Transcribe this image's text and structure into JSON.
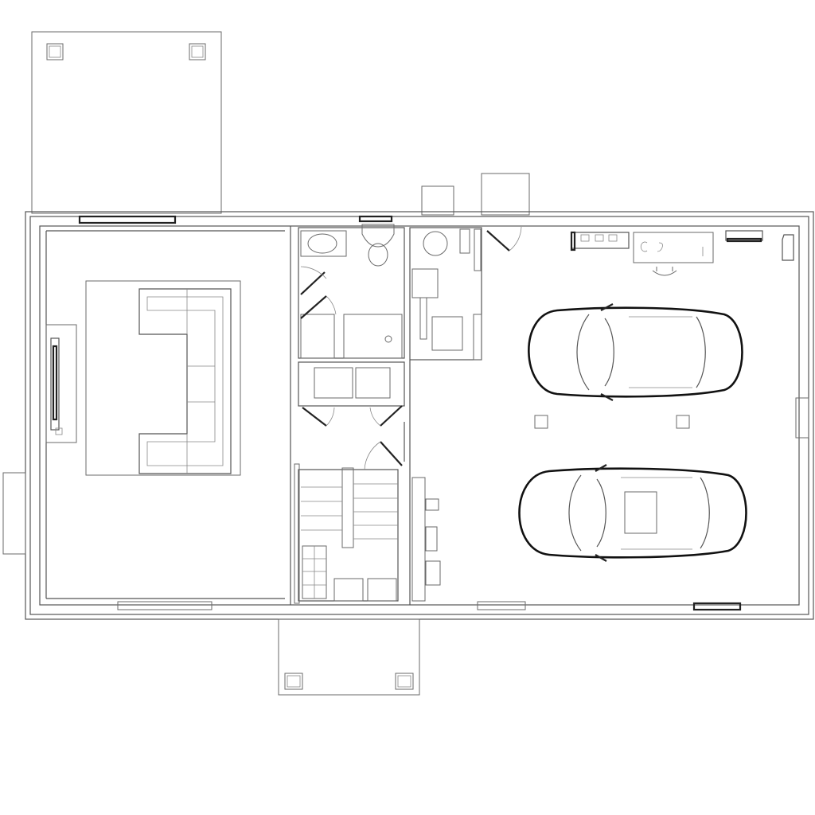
{
  "plan": {
    "type": "floor-plan",
    "rooms": [
      "living-room",
      "bathroom",
      "laundry",
      "closet",
      "stairs",
      "mudroom",
      "garage",
      "back-porch",
      "front-porch"
    ],
    "furniture": [
      "sectional-sofa",
      "rug",
      "tv-console",
      "toilet",
      "sink",
      "shower",
      "washer",
      "dryer",
      "workbench",
      "office-chair",
      "car",
      "car"
    ],
    "colors": {
      "line": "#555555",
      "background": "#ffffff",
      "accent_line": "#111111"
    }
  }
}
